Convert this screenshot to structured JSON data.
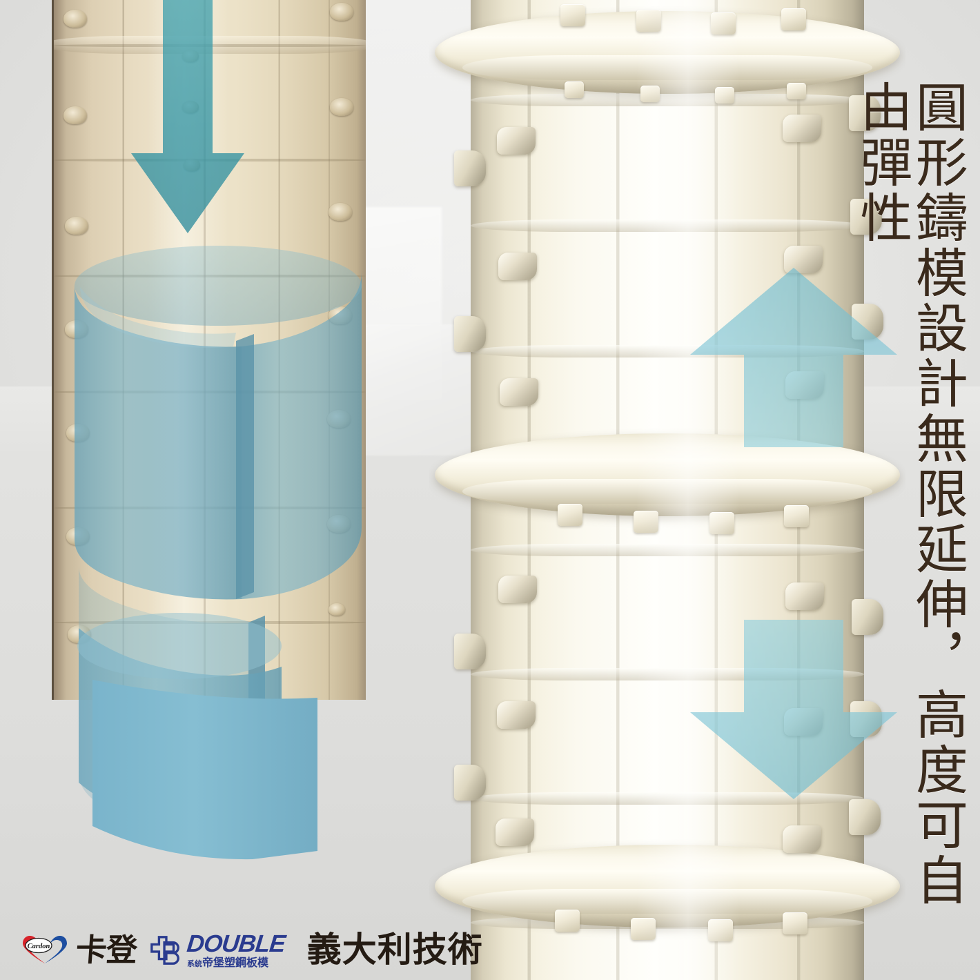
{
  "page": {
    "background_color": "#dcdcdc",
    "type": "product-marketing-image"
  },
  "headline": {
    "text": "圓形鑄模設計無限延伸，高度可自由彈性",
    "orientation": "vertical-right-to-left",
    "color": "#3a2a1c"
  },
  "left_panel": {
    "name": "circular-formwork-diagram",
    "subject_color": "#e8dcc2",
    "annotations": {
      "down_arrow": {
        "label": "stack-downward-arrow",
        "color": "#2d8f9e"
      },
      "ring_upper": {
        "label": "split-cylinder-ring-upper",
        "color": "#6fa9be"
      },
      "ring_lower": {
        "label": "split-cylinder-ring-lower",
        "color": "#6fa9be"
      },
      "ring_solid": {
        "label": "cylinder-shell-base",
        "color": "#78b6cf"
      }
    }
  },
  "right_panel": {
    "name": "plastic-steel-column-formwork-photo",
    "subject_color": "#fbf9ef",
    "annotations": {
      "up_arrow": {
        "label": "height-extend-up-arrow",
        "color": "#7fc3d6"
      },
      "down_arrow": {
        "label": "height-retract-down-arrow",
        "color": "#7fc3d6"
      }
    }
  },
  "logo_bar": {
    "cardon": {
      "mark_name": "cardon-heart-loop-logo",
      "latin_name": "Cardon",
      "chinese_name": "卡登",
      "red": "#d8232a",
      "blue": "#1d4ea0"
    },
    "double": {
      "mark_name": "double-interlock-logo",
      "word": "DOUBLE",
      "subtitle_prefix": "系統",
      "subtitle": "帝堡塑鋼板模",
      "color": "#2a3b8f"
    },
    "tagline": "義大利技術"
  }
}
